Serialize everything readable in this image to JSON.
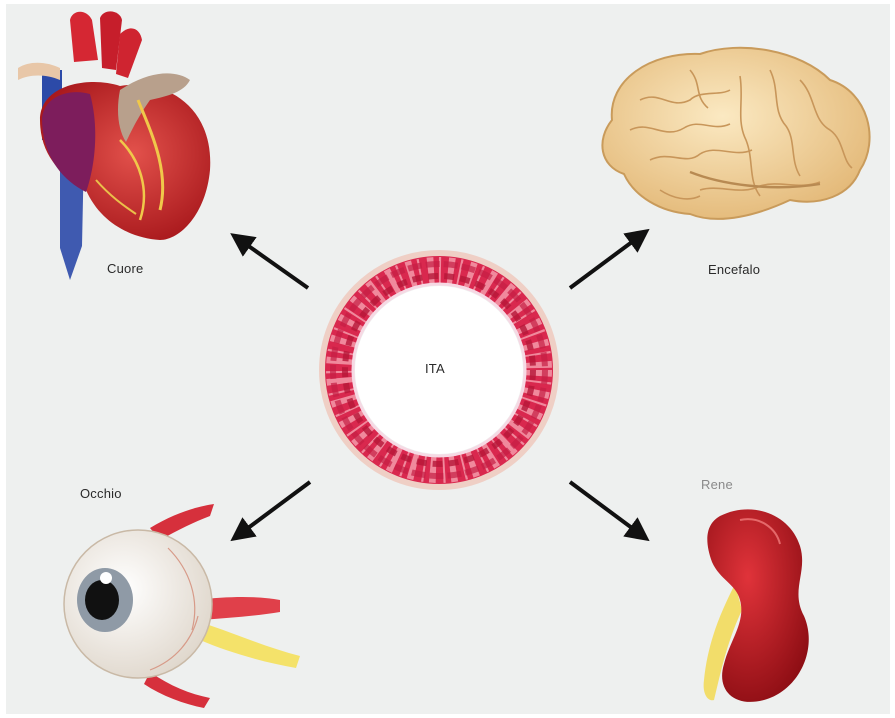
{
  "diagram": {
    "center": {
      "label": "ITA"
    },
    "organs": [
      {
        "key": "heart",
        "label": "Cuore",
        "icon": "heart-icon"
      },
      {
        "key": "brain",
        "label": "Encefalo",
        "icon": "brain-icon"
      },
      {
        "key": "eye",
        "label": "Occhio",
        "icon": "eye-icon"
      },
      {
        "key": "kidney",
        "label": "Rene",
        "icon": "kidney-icon"
      }
    ]
  },
  "colors": {
    "background": "#eef0ef",
    "vessel_red": "#d9284e",
    "arrow": "#111111"
  }
}
